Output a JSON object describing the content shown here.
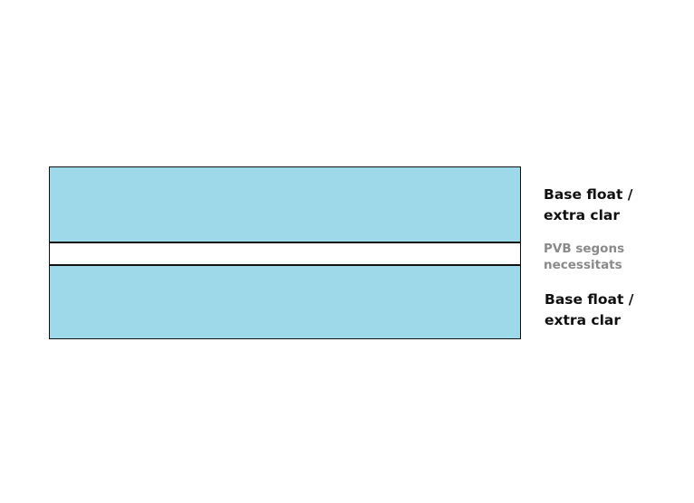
{
  "colors": {
    "glass_fill": "#9ed9ea",
    "interlayer_fill": "#ffffff",
    "outline": "#111111",
    "glass_label": "#111111",
    "pvb_label": "#8a8a8a"
  },
  "layers": {
    "top_glass": {
      "line1": "Base float /",
      "line2": "extra clar"
    },
    "interlayer": {
      "line1": "PVB segons",
      "line2": "necessitats"
    },
    "bottom_glass": {
      "line1": "Base float /",
      "line2": "extra clar"
    }
  }
}
